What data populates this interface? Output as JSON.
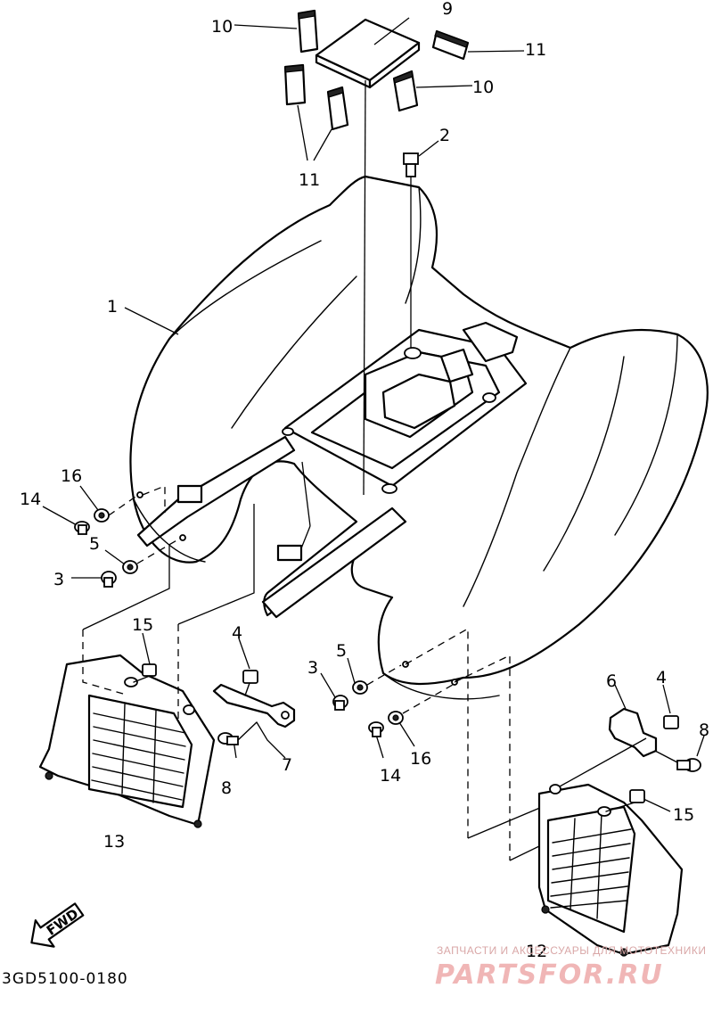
{
  "diagram_code": "3GD5100-0180",
  "direction_arrow": {
    "label": "FWD",
    "icon": "fwd-arrow-icon"
  },
  "watermark": {
    "line1": "ЗАПЧАСТИ И АКСЕССУАРЫ ДЛЯ МОТОТЕХНИКИ",
    "line2": "PARTSFOR.RU"
  },
  "callouts": {
    "c1": "1",
    "c2": "2",
    "c3a": "3",
    "c3b": "3",
    "c4a": "4",
    "c4b": "4",
    "c5a": "5",
    "c5b": "5",
    "c6": "6",
    "c7": "7",
    "c8a": "8",
    "c8b": "8",
    "c9": "9",
    "c10a": "10",
    "c10b": "10",
    "c11a": "11",
    "c11b": "11",
    "c12": "12",
    "c13": "13",
    "c14a": "14",
    "c14b": "14",
    "c15a": "15",
    "c15b": "15",
    "c16a": "16",
    "c16b": "16"
  },
  "colors": {
    "line": "#000000",
    "background": "#ffffff",
    "watermark": "#f0b6b6"
  }
}
